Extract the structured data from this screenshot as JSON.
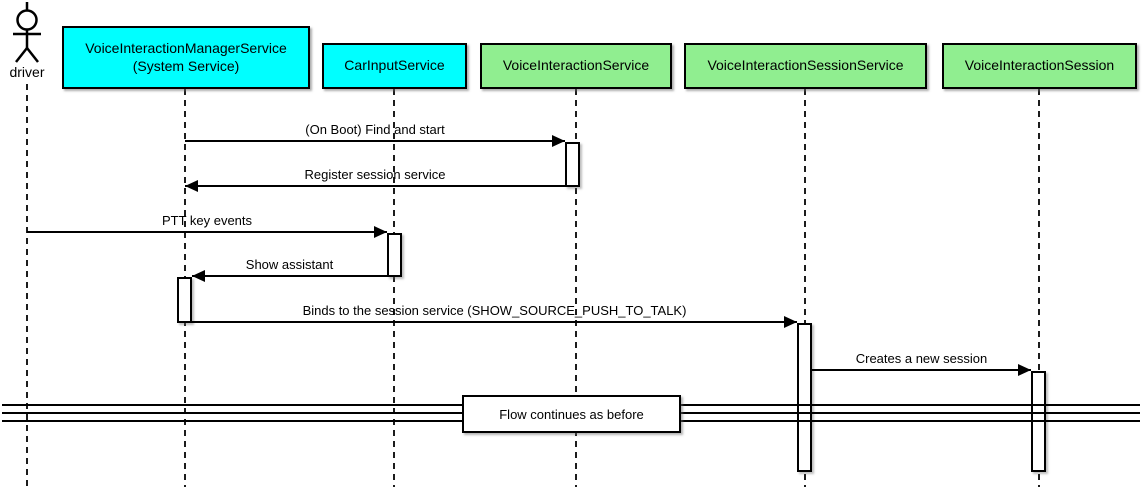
{
  "diagram": {
    "type": "uml-sequence",
    "colors": {
      "system_box": "#00ffff",
      "service_box": "#90ee90",
      "line": "#000000",
      "background": "#ffffff"
    },
    "participants": [
      {
        "id": "driver",
        "kind": "actor",
        "name": "driver"
      },
      {
        "id": "vims",
        "kind": "box",
        "name": "VoiceInteractionManagerService",
        "subtitle": "(System Service)",
        "color": "#00ffff"
      },
      {
        "id": "carinput",
        "kind": "box",
        "name": "CarInputService",
        "color": "#00ffff"
      },
      {
        "id": "vis",
        "kind": "box",
        "name": "VoiceInteractionService",
        "color": "#90ee90"
      },
      {
        "id": "viss",
        "kind": "box",
        "name": "VoiceInteractionSessionService",
        "color": "#90ee90"
      },
      {
        "id": "visession",
        "kind": "box",
        "name": "VoiceInteractionSession",
        "color": "#90ee90"
      }
    ],
    "messages": [
      {
        "label": "(On Boot) Find and start",
        "from": "VoiceInteractionManagerService",
        "to": "VoiceInteractionService",
        "direction": "right"
      },
      {
        "label": "Register session service",
        "from": "VoiceInteractionService",
        "to": "VoiceInteractionManagerService",
        "direction": "left"
      },
      {
        "label": "PTT key events",
        "from": "driver",
        "to": "CarInputService",
        "direction": "right"
      },
      {
        "label": "Show assistant",
        "from": "CarInputService",
        "to": "VoiceInteractionManagerService",
        "direction": "left"
      },
      {
        "label": "Binds to the session service (SHOW_SOURCE_PUSH_TO_TALK)",
        "from": "VoiceInteractionManagerService",
        "to": "VoiceInteractionSessionService",
        "direction": "right"
      },
      {
        "label": "Creates a new session",
        "from": "VoiceInteractionSessionService",
        "to": "VoiceInteractionSession",
        "direction": "right"
      }
    ],
    "divider": {
      "label": "Flow continues as before"
    }
  }
}
